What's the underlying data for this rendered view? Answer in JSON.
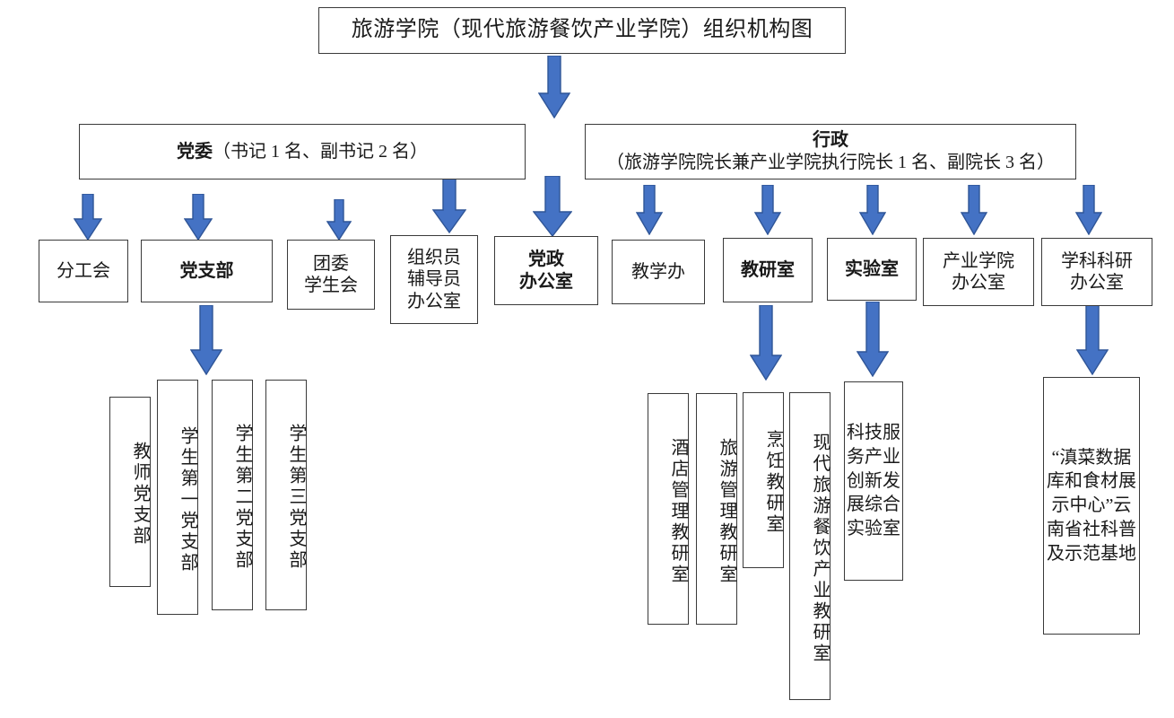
{
  "diagram": {
    "title": "旅游学院（现代旅游餐饮产业学院）组织机构图",
    "colors": {
      "arrow_fill": "#4472C4",
      "arrow_stroke": "#2F5597",
      "box_border": "#3A3A3A",
      "text": "#1A1A1A",
      "background": "#FFFFFF"
    }
  },
  "level2": {
    "party": {
      "lead": "党委",
      "detail": "（书记 1 名、副书记 2 名）"
    },
    "admin": {
      "lead": "行政",
      "detail": "（旅游学院院长兼产业学院执行院长 1 名、副院长 3 名）"
    }
  },
  "level3": {
    "union": "分工会",
    "party_branch": "党支部",
    "youth_league": "团委\n学生会",
    "counselor_office": "组织员\n辅导员\n办公室",
    "party_admin_office": "党政\n办公室",
    "teaching_office": "教学办",
    "teaching_research": "教研室",
    "laboratory": "实验室",
    "industry_college_office": "产业学院\n办公室",
    "discipline_research_office": "学科科研\n办公室"
  },
  "branches": [
    "教师党支部",
    "学生第一党支部",
    "学生第二党支部",
    "学生第三党支部"
  ],
  "research_offices": [
    "酒店管理教研室",
    "旅游管理教研室",
    "烹饪教研室",
    "现代旅游餐饮产业教研室"
  ],
  "labs": [
    "科技服务产业创新发展综合实验室"
  ],
  "bases": [
    "“滇菜数据库和食材展示中心”云南省社科普及示范基地"
  ]
}
